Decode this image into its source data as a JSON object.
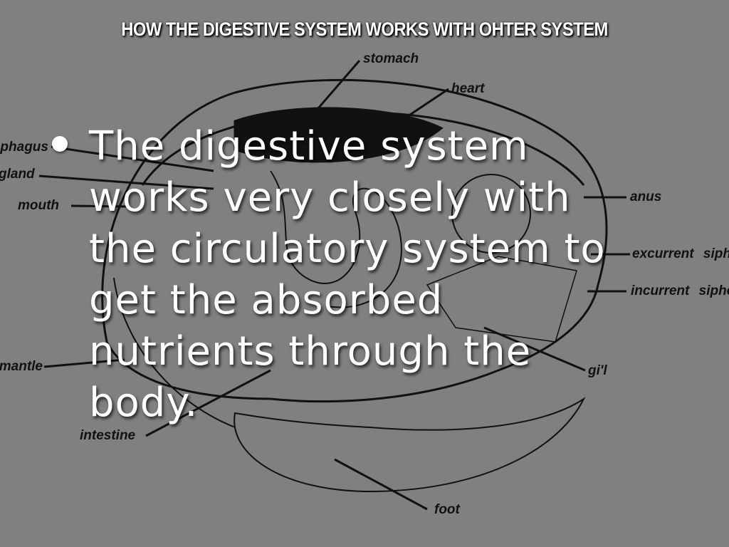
{
  "slide": {
    "title": "HOW THE DIGESTIVE SYSTEM WORKS WITH OHTER SYSTEM",
    "bullet_lines": [
      "The digestive system",
      "works very closely with",
      "the circulatory system to",
      "get the absorbed",
      "nutrients through the",
      "body."
    ]
  },
  "diagram": {
    "labels": {
      "stomach": "stomach",
      "heart": "heart",
      "esophagus": "esophagus",
      "gland": "gland",
      "mouth": "mouth",
      "anus": "anus",
      "excurrent": "excurrent siphon",
      "incurrent": "incurrent siphon",
      "mantle": "mantle",
      "gill": "gi'l",
      "intestine": "intestine",
      "foot": "foot"
    }
  },
  "colors": {
    "background": "#808080",
    "text": "#ffffff",
    "diagram_ink": "#111111"
  }
}
